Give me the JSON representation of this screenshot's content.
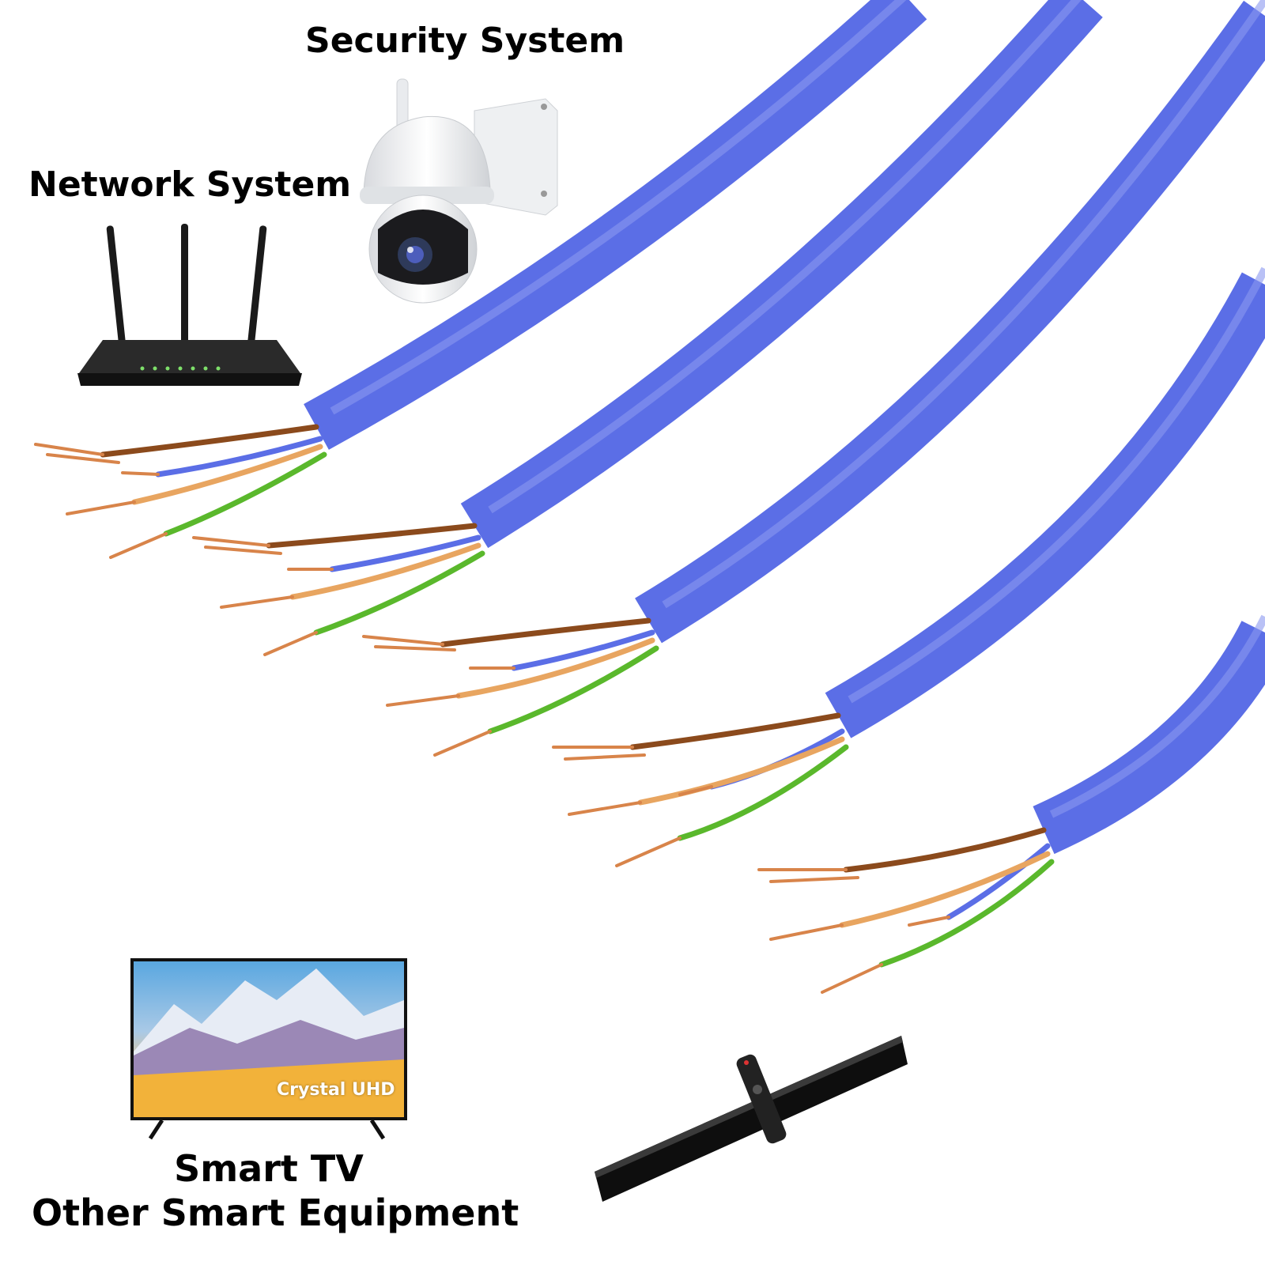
{
  "labels": {
    "security": "Security System",
    "network": "Network System",
    "tv_line1": "Smart TV",
    "tv_line2": "Other Smart Equipment"
  },
  "tv_brand": "Crystal UHD",
  "colors": {
    "cable_jacket": "#5b6ee6",
    "copper": "#d8844a",
    "pair_brown": "#8b4a1c",
    "pair_orange": "#e8a560",
    "pair_blue": "#5b6ee6",
    "pair_green": "#5ab82c"
  },
  "icons": [
    "router-icon",
    "security-camera-icon",
    "smart-tv-icon",
    "soundbar-icon",
    "remote-icon"
  ]
}
